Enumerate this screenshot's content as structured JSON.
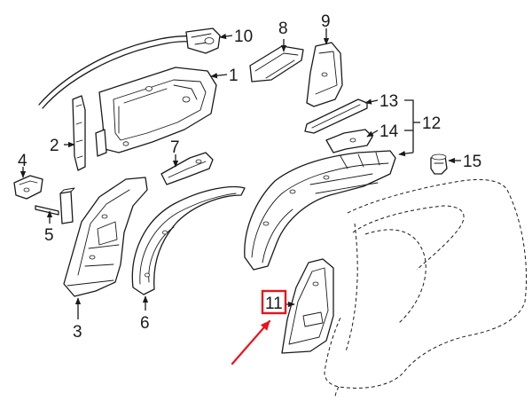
{
  "diagram": {
    "callouts": [
      {
        "id": "c1",
        "label": "1"
      },
      {
        "id": "c2",
        "label": "2"
      },
      {
        "id": "c3",
        "label": "3"
      },
      {
        "id": "c4",
        "label": "4"
      },
      {
        "id": "c5",
        "label": "5"
      },
      {
        "id": "c6",
        "label": "6"
      },
      {
        "id": "c7",
        "label": "7"
      },
      {
        "id": "c8",
        "label": "8"
      },
      {
        "id": "c9",
        "label": "9"
      },
      {
        "id": "c10",
        "label": "10"
      },
      {
        "id": "c11",
        "label": "11"
      },
      {
        "id": "c12",
        "label": "12"
      },
      {
        "id": "c13",
        "label": "13"
      },
      {
        "id": "c14",
        "label": "14"
      },
      {
        "id": "c15",
        "label": "15"
      }
    ],
    "highlight": {
      "callout": "11",
      "color": "#e8141b"
    },
    "line_color": "#1a1a1a",
    "background": "#ffffff"
  }
}
